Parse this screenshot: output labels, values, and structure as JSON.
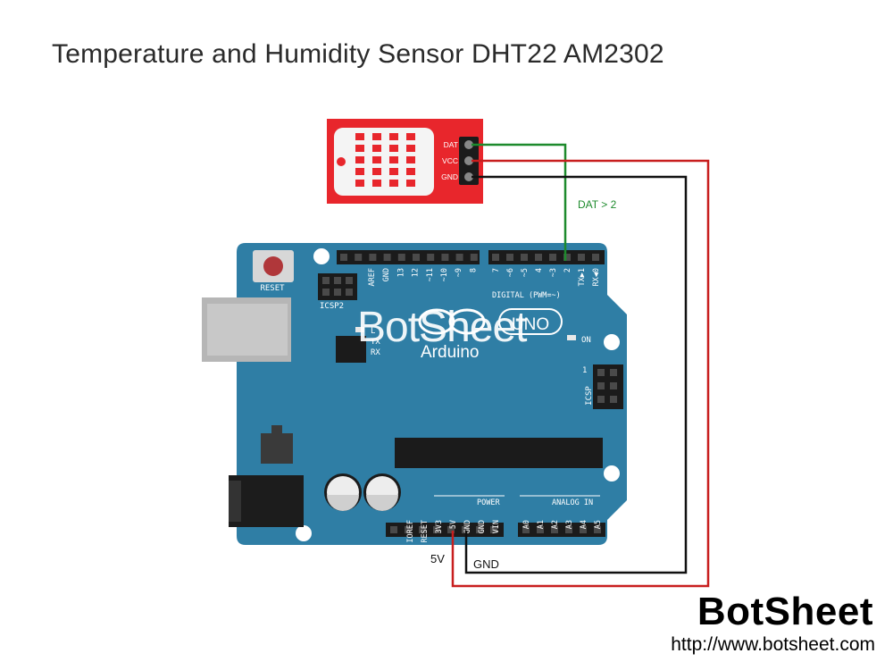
{
  "title": "Temperature and Humidity Sensor DHT22 AM2302",
  "sensor": {
    "pins": [
      "DAT",
      "VCC",
      "GND"
    ],
    "color": "#e8262c"
  },
  "wires": {
    "data_label": "DAT > 2",
    "vcc_label": "5V",
    "gnd_label": "GND",
    "data_color": "#1d8a2c",
    "vcc_color": "#c81e1e",
    "gnd_color": "#111111"
  },
  "board": {
    "color": "#2f7ea5",
    "reset_label": "RESET",
    "icsp2_label": "ICSP2",
    "icsp_label": "ICSP",
    "icsp_pin_one": "1",
    "on_label": "ON",
    "tx_label": "TX",
    "rx_label": "RX",
    "l_label": "L",
    "digital_label": "DIGITAL (PWM=~)",
    "power_label": "POWER",
    "analog_label": "ANALOG IN",
    "brand_text": "Arduino",
    "model_text": "UNO",
    "top_left_pins": [
      "AREF",
      "GND",
      "13",
      "12",
      "~11",
      "~10",
      "~9",
      "8"
    ],
    "top_right_pins": [
      "7",
      "~6",
      "~5",
      "4",
      "~3",
      "2",
      "TX▶1",
      "RX◀0"
    ],
    "power_pins": [
      "IOREF",
      "RESET",
      "3V3",
      "5V",
      "GND",
      "GND",
      "VIN"
    ],
    "analog_pins": [
      "A0",
      "A1",
      "A2",
      "A3",
      "A4",
      "A5"
    ]
  },
  "watermark": "BotSheet",
  "brand": {
    "name": "BotSheet",
    "url": "http://www.botsheet.com"
  }
}
